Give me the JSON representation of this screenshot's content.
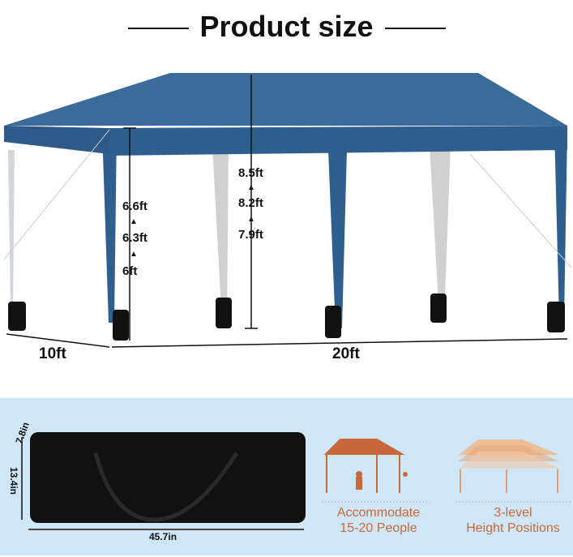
{
  "title": "Product size",
  "heights_side": [
    "6.6ft",
    "6.3ft",
    "6ft"
  ],
  "heights_center": [
    "8.5ft",
    "8.2ft",
    "7.9ft"
  ],
  "width_label": "10ft",
  "length_label": "20ft",
  "bag": {
    "depth": "7.8in",
    "height": "13.4in",
    "length": "45.7in"
  },
  "features": [
    {
      "line1": "Accommodate",
      "line2": "15-20 People"
    },
    {
      "line1": "3-level",
      "line2": "Height Positions"
    }
  ],
  "colors": {
    "canopy": "#2f5f8f",
    "panel": "#cfe6f7",
    "accent": "#c8683a"
  }
}
